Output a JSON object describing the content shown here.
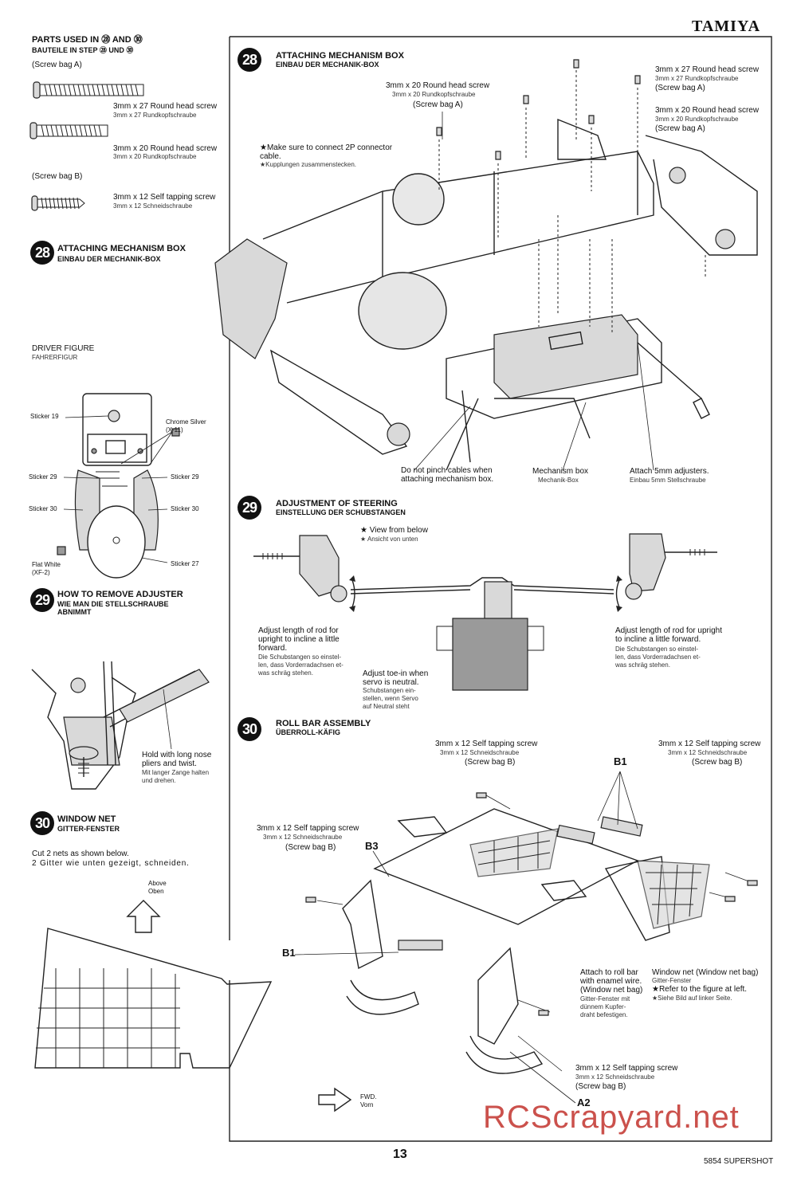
{
  "header": {
    "brand": "TAMIYA"
  },
  "parts": {
    "title_en": "PARTS USED IN ㉘ AND ㉚",
    "title_de": "BAUTEILE IN STEP ㉘ UND ㉚",
    "bag_a": "(Screw bag A)",
    "bag_b": "(Screw bag B)",
    "items": [
      {
        "en": "3mm x 27 Round head screw",
        "de": "3mm x 27 Rundkopfschraube"
      },
      {
        "en": "3mm x 20 Round head screw",
        "de": "3mm x 20 Rundkopfschraube"
      },
      {
        "en": "3mm x 12 Self tapping screw",
        "de": "3mm x 12 Schneidschraube"
      }
    ]
  },
  "step28": {
    "num": "28",
    "title_en": "ATTACHING MECHANISM BOX",
    "title_de": "EINBAU DER MECHANIK-BOX",
    "callouts": {
      "screw20": {
        "en": "3mm x 20 Round head screw",
        "de": "3mm x 20 Rundkopfschraube",
        "bag": "(Screw bag A)"
      },
      "screw27": {
        "en": "3mm x 27 Round head screw",
        "de": "3mm x 27 Rundkopfschraube",
        "bag": "(Screw bag A)"
      },
      "screw20r": {
        "en": "3mm x 20 Round head screw",
        "de": "3mm x 20 Rundkopfschraube",
        "bag": "(Screw bag A)"
      },
      "connector": {
        "en": "★Make sure to connect 2P connector cable.",
        "de": "★Kupplungen zusammenstecken."
      },
      "pinch": {
        "en": "Do not pinch cables when attaching mechanism box."
      },
      "mechbox": {
        "en": "Mechanism box",
        "de": "Mechanik-Box"
      },
      "adjusters": {
        "en": "Attach 5mm adjusters.",
        "de": "Einbau 5mm Stellschraube"
      }
    }
  },
  "step28_left": {
    "num": "28",
    "title_en": "ATTACHING MECHANISM BOX",
    "title_de": "EINBAU DER MECHANIK-BOX"
  },
  "driver": {
    "title_en": "DRIVER FIGURE",
    "title_de": "FAHRERFIGUR",
    "labels": {
      "s19": "Sticker 19",
      "chrome": "Chrome Silver\n(X-11)",
      "s29a": "Sticker 29",
      "s29b": "Sticker 29",
      "s30a": "Sticker 30",
      "s30b": "Sticker 30",
      "flat": "Flat White\n(XF-2)",
      "s27": "Sticker 27"
    }
  },
  "step29_left": {
    "num": "29",
    "title_en": "HOW TO REMOVE ADJUSTER",
    "title_de": "WIE MAN DIE STELLSCHRAUBE\nABNIMMT",
    "note_en": "Hold with long nose\npliers and twist.",
    "note_de": "Mit langer Zange halten\nund drehen."
  },
  "step30_left": {
    "num": "30",
    "title_en": "WINDOW NET",
    "title_de": "GITTER-FENSTER",
    "note_en": "Cut 2 nets as shown below.",
    "note_de": "2 Gitter wie unten gezeigt, schneiden.",
    "above": "Above\nOben"
  },
  "step29": {
    "num": "29",
    "title_en": "ADJUSTMENT OF STEERING",
    "title_de": "EINSTELLUNG DER SCHUBSTANGEN",
    "view_en": "★ View from below",
    "view_de": "★ Ansicht von unten",
    "left_en": "Adjust length of rod for\nupright to incline a little\nforward.",
    "left_de": "Die Schubstangen so einstel-\nlen, dass Vorderradachsen et-\nwas schräg stehen.",
    "mid_en": "Adjust toe-in when\nservo is neutral.",
    "mid_de": "Schubstangen ein-\nstellen, wenn Servo\nauf Neutral steht",
    "right_en": "Adjust length of rod for upright\nto incline a little forward.",
    "right_de": "Die Schubstangen so einstel-\nlen, dass Vorderradachsen et-\nwas schräg stehen."
  },
  "step30": {
    "num": "30",
    "title_en": "ROLL BAR ASSEMBLY",
    "title_de": "ÜBERROLL-KÄFIG",
    "screw_en": "3mm x 12 Self tapping screw",
    "screw_de": "3mm x 12 Schneidschraube",
    "bag": "(Screw bag B)",
    "b1": "B1",
    "b3": "B3",
    "a2": "A2",
    "enamel_en": "Attach to roll bar\nwith enamel wire.\n(Window net bag)",
    "enamel_de": "Gitter-Fenster mit\ndünnem Kupfer-\ndraht befestigen.",
    "net_en": "Window net (Window net bag)",
    "net_de": "Gitter-Fenster",
    "refer_en": "★Refer to the figure at left.",
    "refer_de": "★Siehe Bild auf linker Seite.",
    "fwd": "FWD.\nVorn"
  },
  "footer": {
    "page": "13",
    "model": "5854 SUPERSHOT",
    "watermark": "RCScrapyard.net"
  }
}
